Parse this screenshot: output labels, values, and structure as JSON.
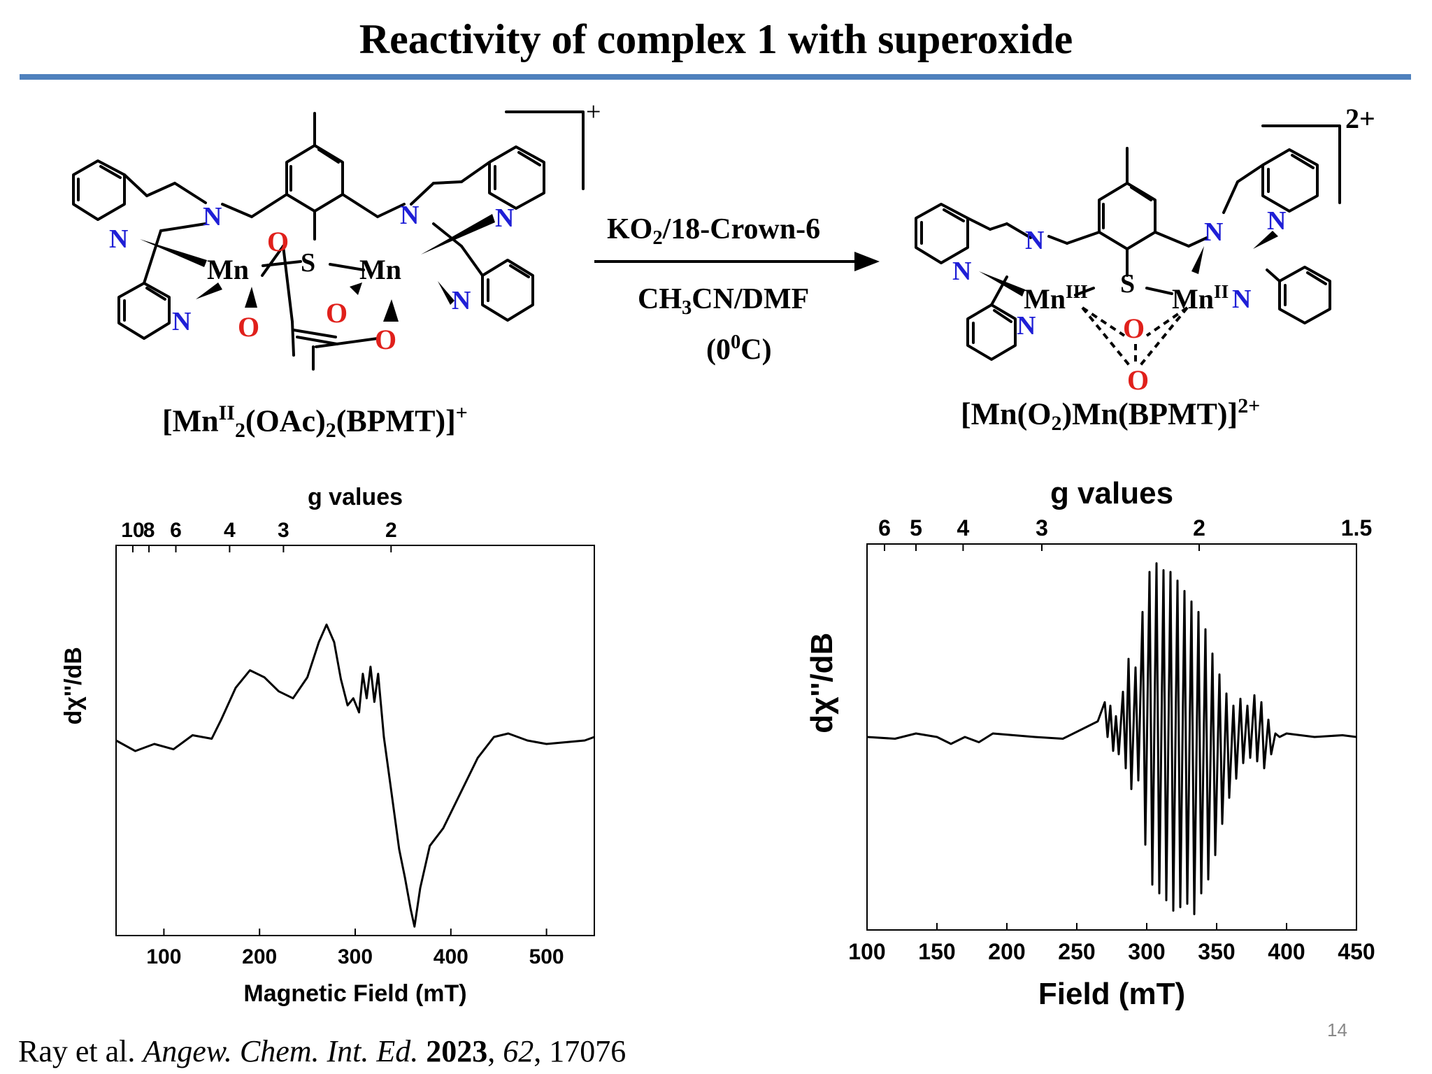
{
  "slide": {
    "title": "Reactivity of complex 1 with superoxide",
    "page_number": "14",
    "citation": {
      "authors": "Ray et al.",
      "journal": "Angew. Chem. Int. Ed.",
      "year": "2023",
      "volume": "62",
      "pages": "17076"
    }
  },
  "scheme": {
    "reactant": {
      "label_prefix": "[Mn",
      "label_ox": "II",
      "label_sub1": "2",
      "label_mid": "(OAc)",
      "label_sub2": "2",
      "label_end": "(BPMT)]",
      "label_charge": "+",
      "bracket_charge": "+",
      "atoms": {
        "mn1": "Mn",
        "mn2": "Mn",
        "s": "S",
        "n": "N",
        "o": "O"
      }
    },
    "reagent": {
      "line1_a": "KO",
      "line1_sub": "2",
      "line1_b": "/18-Crown-6",
      "line2": "CH3CN/DMF",
      "line2_a": "CH",
      "line2_sub1": "3",
      "line2_b": "CN/DMF",
      "line3_a": "(0",
      "line3_sup": "0",
      "line3_b": "C)"
    },
    "product": {
      "label_a": "[Mn(O",
      "label_sub": "2",
      "label_b": ")Mn(BPMT)]",
      "label_charge": "2+",
      "bracket_charge": "2+",
      "atoms": {
        "mn1": "Mn",
        "mn1_ox": "III",
        "mn2": "Mn",
        "mn2_ox": "II",
        "s": "S",
        "n": "N",
        "o": "O"
      }
    }
  },
  "colors": {
    "nitrogen": "#1f1fd6",
    "oxygen": "#e0201b",
    "rule": "#4f81bd",
    "page_number": "#888888"
  },
  "chart_data": [
    {
      "type": "line",
      "title": "",
      "xlabel": "Magnetic Field (mT)",
      "ylabel": "dχ''/dB",
      "top_axis_label": "g values",
      "top_ticks": [
        "10",
        "8",
        "6",
        "4",
        "3",
        "2"
      ],
      "top_tick_fields": [
        67.5,
        84.4,
        112.5,
        168.7,
        225.0,
        337.5
      ],
      "xlim": [
        50,
        550
      ],
      "ylim": [
        -1,
        1
      ],
      "xticks": [
        100,
        200,
        300,
        400,
        500
      ],
      "grid": false,
      "series": [
        {
          "x": [
            50,
            70,
            90,
            110,
            130,
            150,
            160,
            175,
            190,
            205,
            220,
            235,
            250,
            262,
            270,
            278,
            285,
            292,
            298,
            304,
            308,
            312,
            316,
            320,
            324,
            330,
            338,
            346,
            352,
            358,
            362,
            368,
            378,
            392,
            410,
            428,
            445,
            460,
            480,
            500,
            520,
            540,
            550
          ],
          "y": [
            0.0,
            -0.06,
            -0.02,
            -0.05,
            0.03,
            0.01,
            0.12,
            0.3,
            0.4,
            0.36,
            0.28,
            0.24,
            0.36,
            0.56,
            0.66,
            0.56,
            0.35,
            0.2,
            0.24,
            0.16,
            0.38,
            0.24,
            0.42,
            0.22,
            0.38,
            0.02,
            -0.3,
            -0.62,
            -0.78,
            -0.96,
            -1.06,
            -0.84,
            -0.6,
            -0.5,
            -0.3,
            -0.1,
            0.02,
            0.04,
            0.0,
            -0.02,
            -0.01,
            0.0,
            0.02
          ]
        }
      ]
    },
    {
      "type": "line",
      "title": "",
      "xlabel": "Field (mT)",
      "ylabel": "dχ''/dB",
      "top_axis_label": "g values",
      "top_ticks": [
        "6",
        "5",
        "4",
        "3",
        "2",
        "1.5"
      ],
      "top_tick_fields": [
        112.5,
        135.0,
        168.7,
        225.0,
        337.5,
        450.0
      ],
      "xlim": [
        100,
        450
      ],
      "ylim": [
        -1,
        1
      ],
      "xticks": [
        100,
        150,
        200,
        250,
        300,
        350,
        400,
        450
      ],
      "grid": false,
      "series": [
        {
          "x": [
            100,
            120,
            135,
            150,
            160,
            170,
            180,
            190,
            205,
            220,
            240,
            255,
            265,
            270,
            272,
            274,
            276,
            278,
            280,
            283,
            285,
            287,
            289,
            292,
            294,
            297,
            299,
            302,
            304,
            307,
            309,
            312,
            314,
            317,
            319,
            322,
            324,
            327,
            329,
            332,
            334,
            337,
            339,
            342,
            344,
            347,
            349,
            352,
            354,
            357,
            359,
            362,
            364,
            367,
            369,
            372,
            374,
            377,
            379,
            382,
            384,
            387,
            389,
            392,
            395,
            400,
            420,
            440,
            450
          ],
          "y": [
            0.0,
            -0.01,
            0.02,
            0.0,
            -0.04,
            0.0,
            -0.03,
            0.02,
            0.01,
            0.0,
            -0.01,
            0.05,
            0.09,
            0.2,
            0.0,
            0.18,
            -0.08,
            0.12,
            -0.1,
            0.26,
            -0.18,
            0.45,
            -0.3,
            0.4,
            -0.25,
            0.72,
            -0.62,
            0.95,
            -0.85,
            1.0,
            -0.9,
            0.96,
            -0.94,
            0.95,
            -1.0,
            0.9,
            -0.98,
            0.84,
            -0.96,
            0.78,
            -1.02,
            0.72,
            -0.9,
            0.62,
            -0.82,
            0.48,
            -0.68,
            0.36,
            -0.5,
            0.25,
            -0.35,
            0.18,
            -0.24,
            0.22,
            -0.15,
            0.18,
            -0.12,
            0.24,
            -0.14,
            0.2,
            -0.18,
            0.1,
            -0.1,
            0.02,
            0.0,
            0.02,
            0.0,
            0.01,
            0.0
          ]
        }
      ]
    }
  ]
}
